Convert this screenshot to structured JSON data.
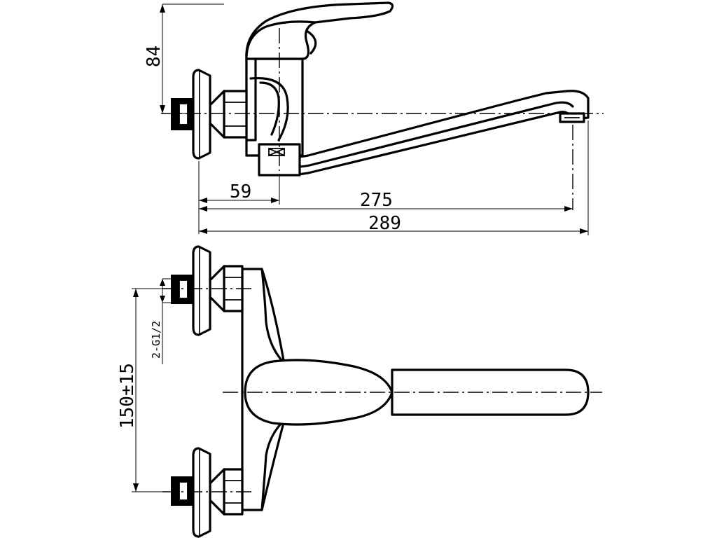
{
  "dimensions": {
    "height_84": "84",
    "length_59": "59",
    "length_275": "275",
    "length_289": "289",
    "center_distance": "150±15",
    "thread": "2-G1/2"
  }
}
